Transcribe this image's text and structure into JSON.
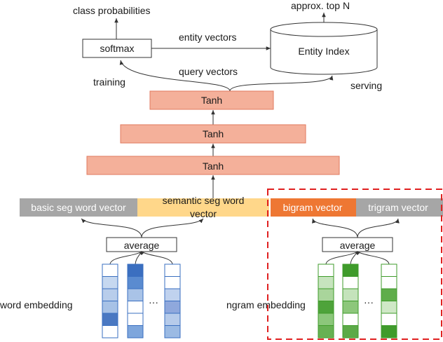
{
  "labels": {
    "class_probabilities": "class probabilities",
    "approx_top_n": "approx. top N",
    "softmax": "softmax",
    "entity_vectors": "entity vectors",
    "entity_index": "Entity Index",
    "query_vectors": "query vectors",
    "training": "training",
    "serving": "serving",
    "tanh_top": "Tanh",
    "tanh_middle": "Tanh",
    "tanh_bottom": "Tanh",
    "basic_seg_word_vector": "basic seg word vector",
    "semantic_seg_word_vector_line1": "semantic seg word",
    "semantic_seg_word_vector_line2": "vector",
    "bigram_vector": "bigram vector",
    "trigram_vector": "trigram vector",
    "average_left": "average",
    "average_right": "average",
    "word_embedding": "word embedding",
    "ngram_embedding": "ngram embedding",
    "ellipsis_left": "···",
    "ellipsis_right": "···"
  },
  "colors": {
    "tanh_fill": "#f4b09a",
    "tanh_border": "#e07a5f",
    "gray_bar": "#a6a6a6",
    "semantic_fill": "#ffd78a",
    "bigram_fill": "#ee7733",
    "dashed_border": "#e02020",
    "blue_dark": "#3a6fc0",
    "green_dark": "#3f9b2b"
  },
  "embeddings": {
    "word": [
      [
        "#ffffff",
        "#c6d8f0",
        "#b8cdeb",
        "#a7c2e6",
        "#4a78c2",
        "#ffffff"
      ],
      [
        "#3b6fc0",
        "#5a8bd0",
        "#a9c3e7",
        "#ffffff",
        "#ffffff",
        "#7ea6dc"
      ],
      [
        "#ffffff",
        "#ffffff",
        "#c0d2ee",
        "#8fa8dc",
        "#b6cbea",
        "#9bbae3"
      ]
    ],
    "ngram": [
      [
        "#ffffff",
        "#c7e4be",
        "#a9d59b",
        "#4ea33a",
        "#8cc77b",
        "#67b153"
      ],
      [
        "#3f9b2b",
        "#ffffff",
        "#c4e3bb",
        "#8dc77b",
        "#ffffff",
        "#5caa47"
      ],
      [
        "#ffffff",
        "#ffffff",
        "#5fad4a",
        "#cfe8c6",
        "#ffffff",
        "#3f9b2b"
      ]
    ]
  }
}
